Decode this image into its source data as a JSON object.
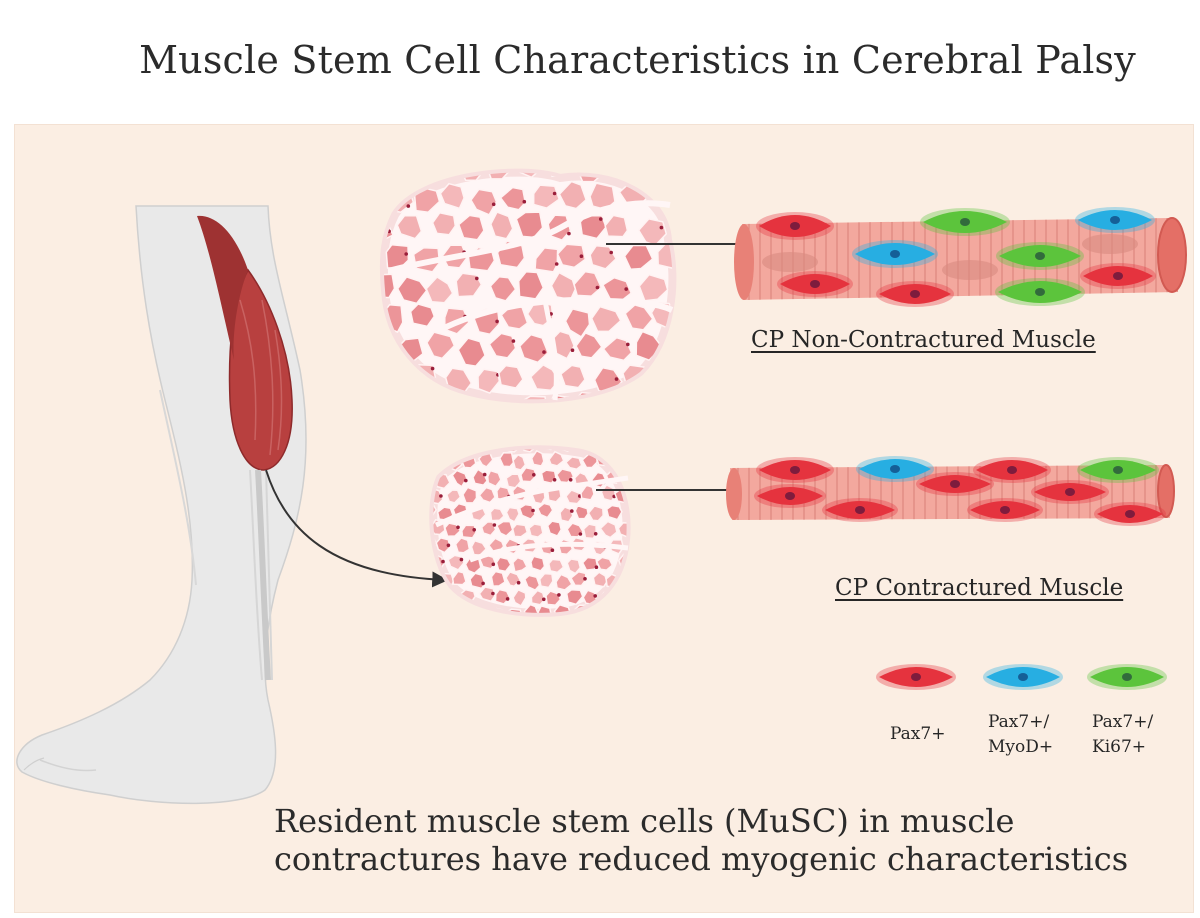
{
  "title": "Muscle Stem Cell Characteristics in Cerebral Palsy",
  "labels": {
    "non_contractured": "CP Non-Contractured Muscle",
    "contractured": "CP Contractured Muscle"
  },
  "legend": [
    {
      "label": "Pax7+",
      "color": "#e5333e"
    },
    {
      "label": "Pax7+/ MyoD+",
      "color": "#27aee2"
    },
    {
      "label": "Pax7+/ Ki67+",
      "color": "#5cc43c"
    }
  ],
  "caption": "Resident muscle stem cells (MuSC) in muscle contractures have reduced myogenic characteristics",
  "colors": {
    "background": "#fbeee3",
    "fiber": "#f2a69b",
    "tissue": "#ee9ea0",
    "pax7": "#e5333e",
    "myod": "#27aee2",
    "ki67": "#5cc43c"
  }
}
